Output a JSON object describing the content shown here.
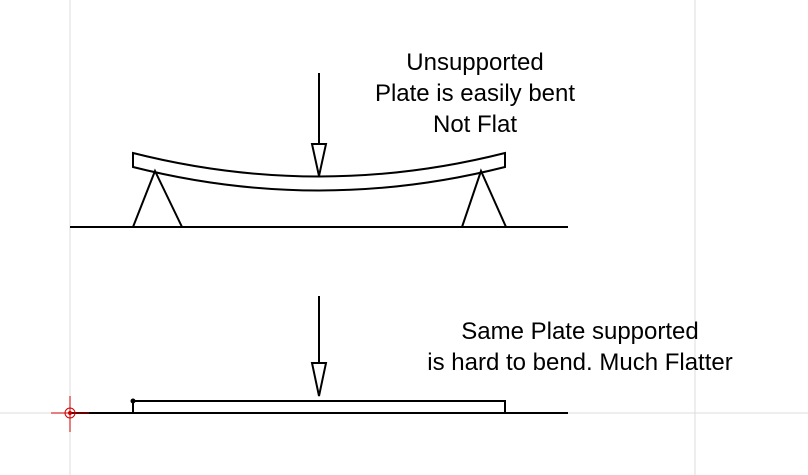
{
  "top_annotation": {
    "lines": [
      "Unsupported",
      "Plate is easily bent",
      "Not Flat"
    ]
  },
  "bottom_annotation": {
    "lines": [
      "Same Plate supported",
      "is hard to bend.  Much Flatter"
    ]
  },
  "colors": {
    "ink": "#000000",
    "grid": "#dcdcdc",
    "origin_marker": "#cc0000"
  },
  "icons": {
    "origin": "crosshair-origin-icon",
    "load": "down-arrow-icon",
    "support": "triangle-support-icon"
  }
}
